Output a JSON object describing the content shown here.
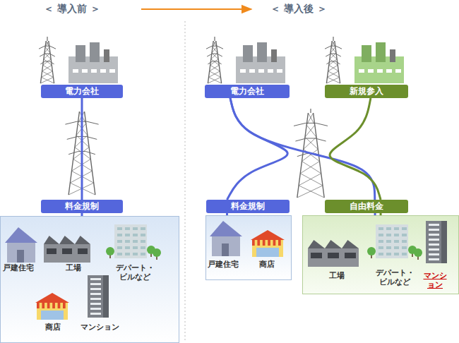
{
  "diagram": {
    "nodes": [
      {
        "text": [
          "電力会社"
        ]
      },
      {
        "text": [
          "電力会社"
        ]
      },
      {
        "text": [
          "新規参入"
        ]
      },
      {
        "text": [
          "料金規制"
        ]
      },
      {
        "text": [
          "料金規制"
        ]
      },
      {
        "text": [
          "自由料金"
        ]
      },
      {
        "text": [
          "戸建住宅",
          "工場",
          "デパート・ ビルなど",
          "商店",
          "マンション"
        ]
      },
      {
        "text": [
          "戸建住宅",
          "商店"
        ]
      },
      {
        "text": [
          "工場",
          "デパート・ ビルなど",
          "マンション"
        ]
      }
    ],
    "edges": [
      {
        "from": 0,
        "to": 3,
        "arrow": "none"
      },
      {
        "from": 3,
        "to": 6,
        "arrow": "none"
      },
      {
        "from": 1,
        "to": 4,
        "arrow": "none"
      },
      {
        "from": 1,
        "to": 5,
        "arrow": "none"
      },
      {
        "from": 2,
        "to": 5,
        "arrow": "none"
      },
      {
        "from": 4,
        "to": 7,
        "arrow": "none"
      },
      {
        "from": 5,
        "to": 8,
        "arrow": "none"
      }
    ],
    "labels": [
      "＜ 導入前 ＞",
      "＜ 導入後 ＞"
    ]
  }
}
